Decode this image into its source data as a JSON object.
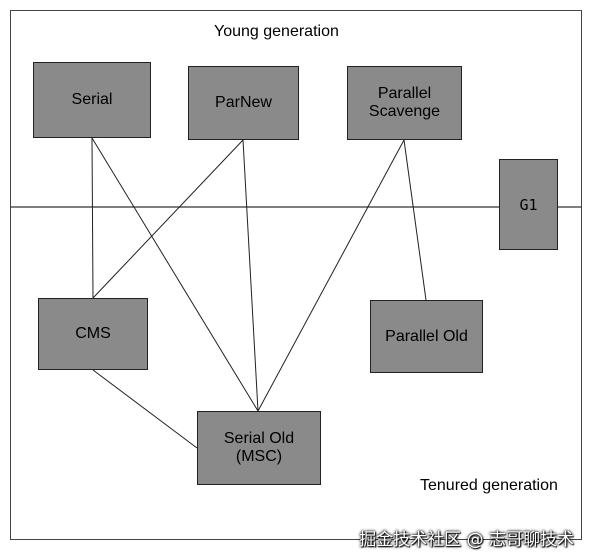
{
  "regions": {
    "young": "Young generation",
    "tenured": "Tenured generation"
  },
  "collectors": {
    "serial": "Serial",
    "parnew": "ParNew",
    "parallel_scavenge": "Parallel\nScavenge",
    "g1": "G1",
    "cms": "CMS",
    "parallel_old": "Parallel Old",
    "serial_old": "Serial Old\n(MSC)"
  },
  "connections": [
    [
      "serial",
      "cms"
    ],
    [
      "serial",
      "serial_old"
    ],
    [
      "parnew",
      "cms"
    ],
    [
      "parnew",
      "serial_old"
    ],
    [
      "parallel_scavenge",
      "serial_old"
    ],
    [
      "parallel_scavenge",
      "parallel_old"
    ],
    [
      "cms",
      "serial_old"
    ]
  ],
  "watermark": "掘金技术社区 @ 志哥聊技术",
  "colors": {
    "box_fill": "#8a8a8a",
    "line": "#222222"
  }
}
